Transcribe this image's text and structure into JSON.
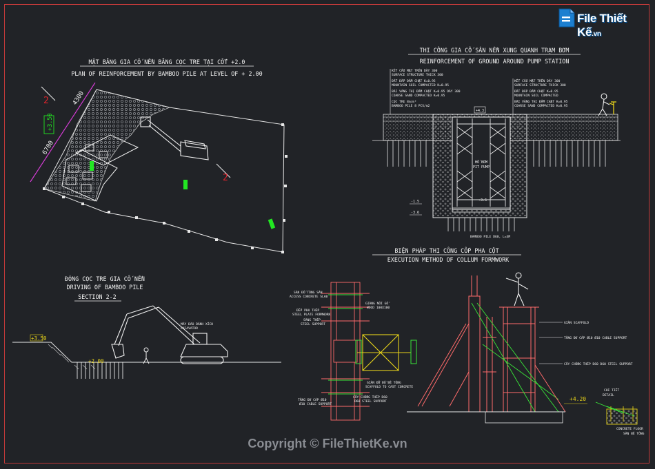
{
  "brand": {
    "name": "File Thiết Kế",
    "ext": ".vn"
  },
  "copyright": "Copyright © FileThietKe.vn",
  "plan": {
    "title_vn": "MẶT BẰNG GIA CỐ NỀN BẰNG CỌC TRE TẠI CỐT +2.0",
    "title_en": "PLAN OF REINFORCEMENT BY BAMBOO PILE AT LEVEL OF + 2.00",
    "dim_top": "4300",
    "dim_side": "6700",
    "level": "+3.50",
    "section_mark": "2"
  },
  "pump": {
    "title_vn": "THI CÔNG GIA CỐ SÂN NỀN XUNG QUANH TRẠM BƠM",
    "title_en": "REINFORCEMENT OF GROUND AROUND PUMP STATION",
    "left_notes": [
      "KẾT CẤU MẶT TRÊN DÀY 300",
      "SURFACE STRUCTURE THICK 300",
      "ĐẤT ĐẮP ĐẦM CHẶT K=0.95",
      "MOUNTAIN SOIL COMPACTED K=0.95",
      "BÃI VÀNG THỊ ĐẦM CHẶT K=0.95 DÀY 300",
      "COARSE SAND COMPACTED K=0.95",
      "CỌC TRE 8m/m²",
      "BAMBOO PILE 8 PCS/m2"
    ],
    "right_notes": [
      "KẾT CẤU MẶT TRÊN DÀY 300",
      "SURFACE STRUCTURE THICK 300",
      "ĐẤT ĐẮP ĐẦM CHẶT K=0.95",
      "MOUNTAIN SOIL COMPACTED",
      "BÃI VÀNG THỊ ĐẦM CHẶT K=0.95",
      "COARSE SAND COMPACTED K=0.95"
    ],
    "top_level": "+4.3",
    "pit_label": "HỐ BƠM",
    "pit_sub": "PIT PUMP",
    "bottom_level": "-3.6",
    "lvl_a": "-1.5",
    "lvl_b": "-3.6",
    "pile_note": "BAMBOO PILE D60, L=3M"
  },
  "section": {
    "title_vn": "ĐÓNG CỌC TRE GIA CỐ NỀN",
    "title_en": "DRIVING OF BAMBOO PILE",
    "section": "SECTION 2-2",
    "level_left": "+3.50",
    "level_right": "+2.00",
    "excavator_note_1": "MÁY ĐÀO BÁNH XÍCH",
    "excavator_note_2": "EXCAVATOR"
  },
  "column": {
    "title_vn": "BIỆN PHÁP THI CÔNG CỐP PHA CỘT",
    "title_en": "EXECUTION METHOD OF COLLUM FORMWORK",
    "left_notes": [
      "SÀN ĐỔ TÔNG SÀN",
      "ACCESS CONCRETE SLAB",
      "ĐẾP PHA THÉP",
      "STEEL PLATE FORMWORK",
      "SÀNG THÉP",
      "STEEL SUPPORT"
    ],
    "right_notes": [
      "GIÀNG NỐI GỖ",
      "WOOD 100X100"
    ],
    "bottom_notes": [
      "GIÀN ĐỠ ĐỔ BÊ TÔNG",
      "SCAFFOLD TO CAST CONCRETE",
      "CÂY CHỐNG THÉP D60",
      "D60 STEEL SUPPORT",
      "TĂNG ĐƠ CÁP Ø10",
      "Ø10 CABLE SUPPORT"
    ],
    "elev_notes": [
      "GIÀN SCAFFOLD",
      "TĂNG ĐƠ CÁP Ø10 Ø10 CABLE SUPPORT",
      "CÂY CHỐNG THÉP D60 D60 STEEL SUPPORT"
    ],
    "level": "+4.20",
    "detail_title": "CHI TIẾT",
    "detail_sub": "DETAIL",
    "floor": "CONCRETE FLOOR",
    "floor_vn": "SÀN BÊ TÔNG"
  }
}
